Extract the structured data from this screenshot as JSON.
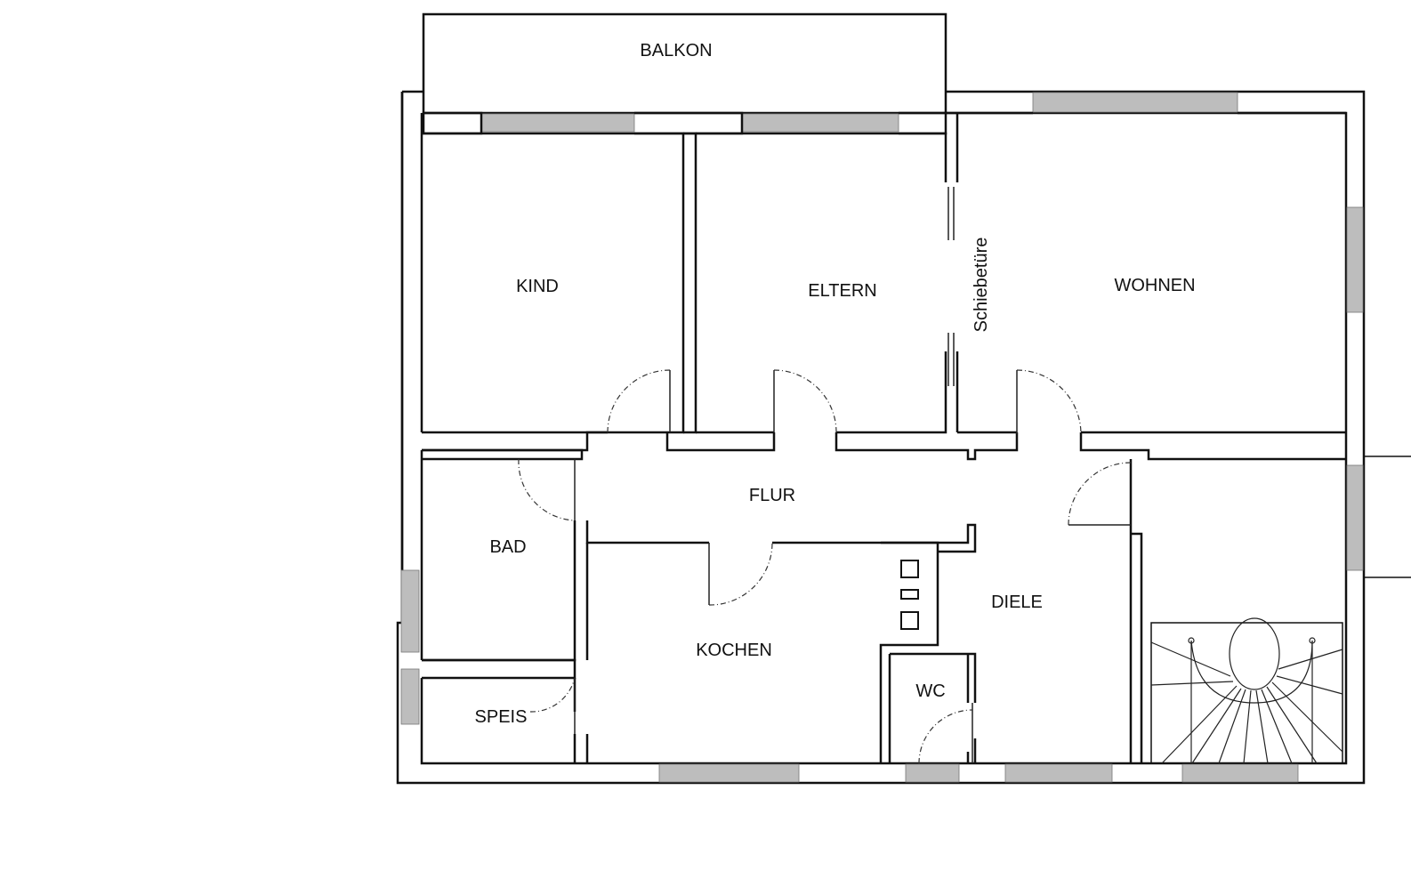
{
  "plan": {
    "rooms": {
      "balkon": "BALKON",
      "kind": "KIND",
      "eltern": "ELTERN",
      "wohnen": "WOHNEN",
      "flur": "FLUR",
      "bad": "BAD",
      "kochen": "KOCHEN",
      "diele": "DIELE",
      "wc": "WC",
      "speis": "SPEIS"
    },
    "annotations": {
      "sliding_door": "Schiebetüre"
    }
  }
}
